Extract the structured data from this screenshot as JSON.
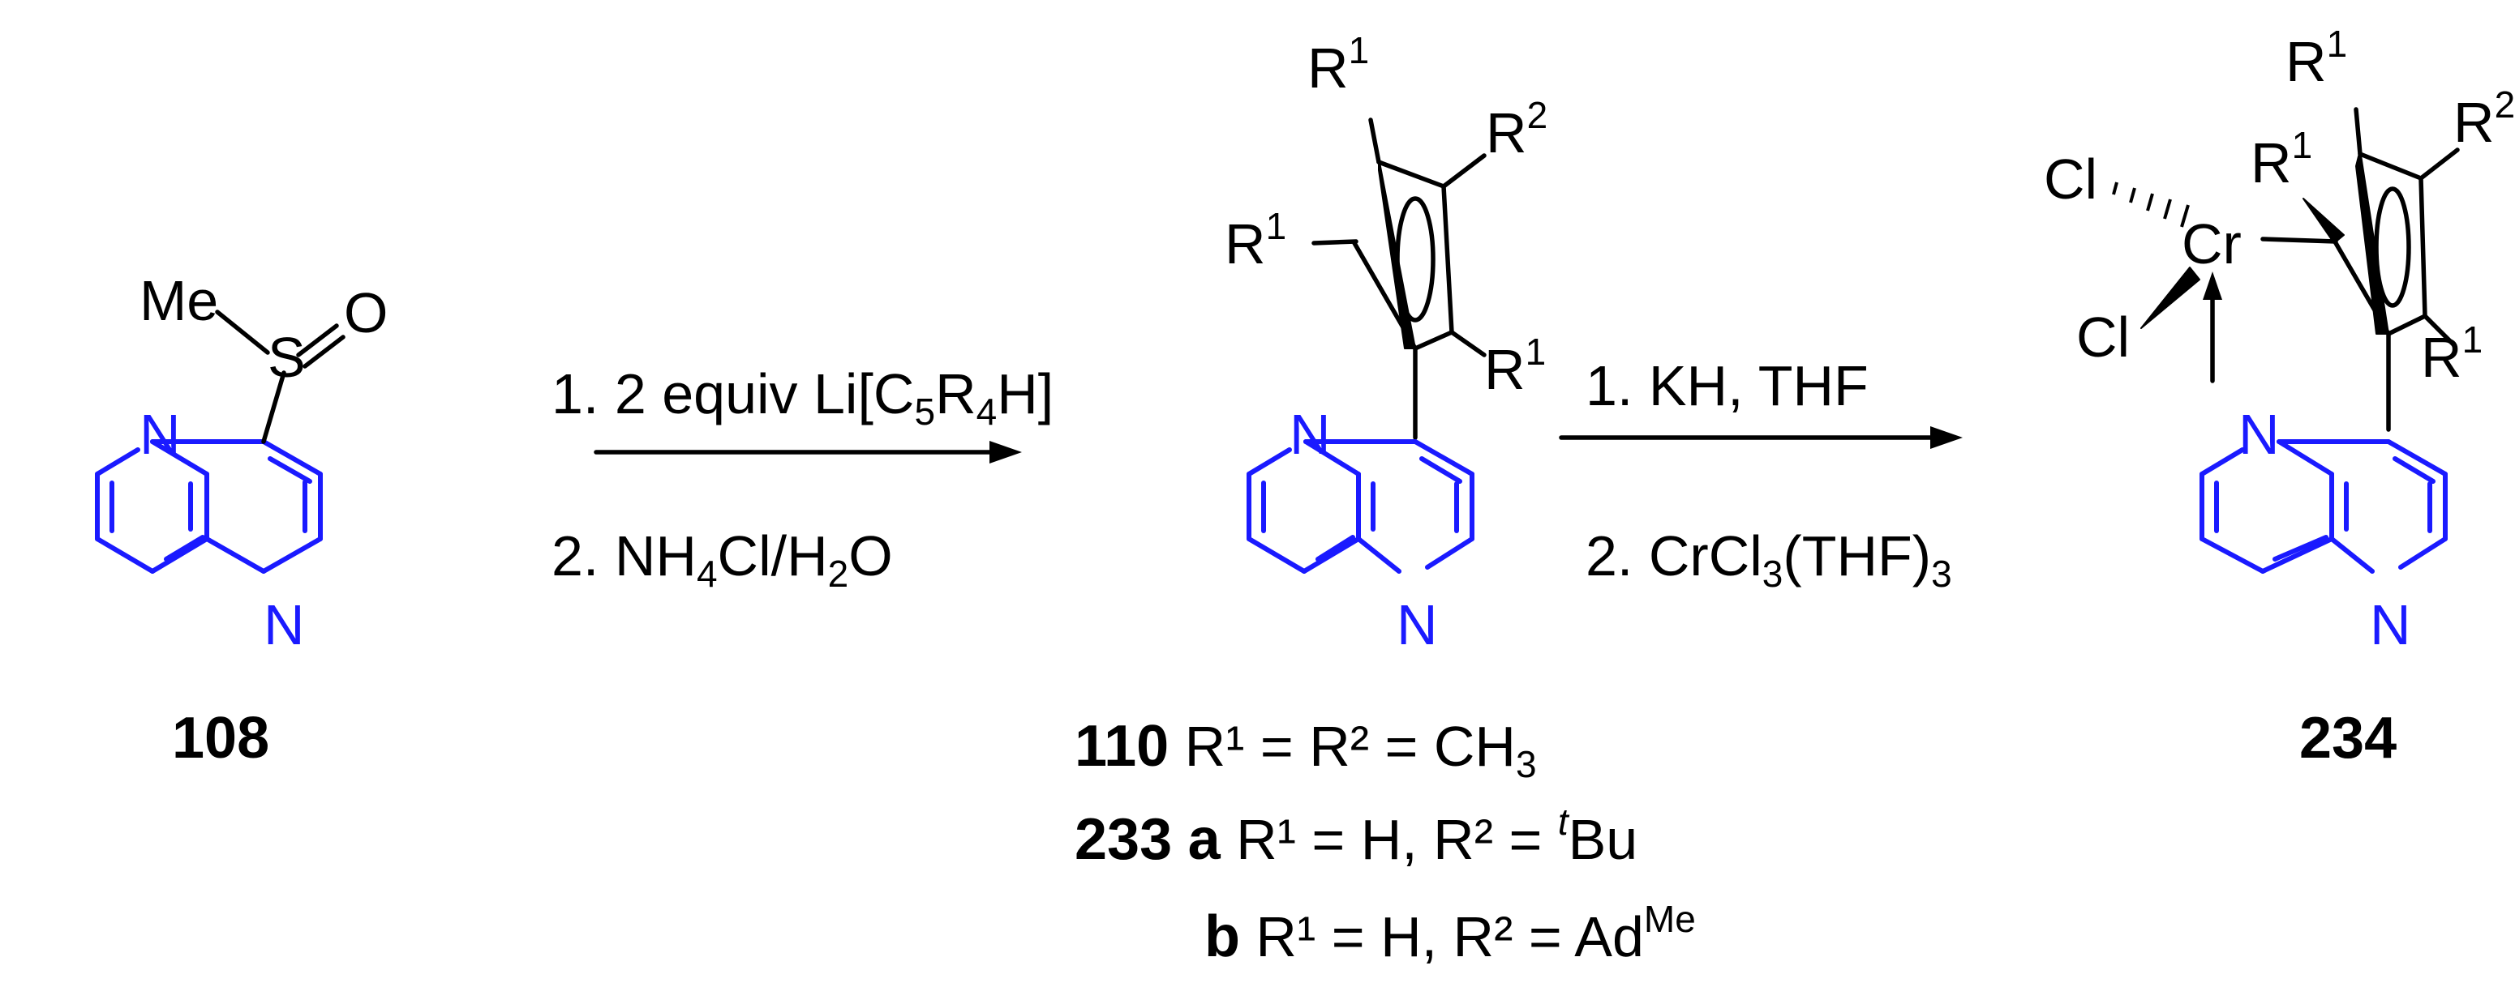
{
  "colors": {
    "heterocycle": "#1a1aff",
    "ink": "#000000",
    "background": "#ffffff"
  },
  "compound_108": {
    "number": "108",
    "me": "Me",
    "s": "S",
    "o": "O",
    "n_top": "N",
    "n_bottom": "N"
  },
  "arrow1": {
    "step1_prefix": "1. 2 equiv Li[C",
    "step1_sub": "5",
    "step1_mid": "R",
    "step1_sub2": "4",
    "step1_suffix": "H]",
    "step2_prefix": "2. NH",
    "step2_sub1": "4",
    "step2_mid": "Cl/H",
    "step2_sub2": "2",
    "step2_suffix": "O"
  },
  "compound_110": {
    "r": "R",
    "sup1": "1",
    "sup2": "2",
    "n_top": "N",
    "n_bottom": "N",
    "legend": {
      "line1_num": "110",
      "line1_text": " R¹ = R² = CH",
      "line1_sub": "3",
      "line2_num": "233",
      "line2_letter": "a",
      "line2_text": " R¹ = H, R² = ",
      "line2_sup": "t",
      "line2_tail": "Bu",
      "line3_letter": "b",
      "line3_text": " R¹ = H, R² = Ad",
      "line3_sup": "Me"
    }
  },
  "arrow2": {
    "step1": "1. KH, THF",
    "step2_prefix": "2. CrCl",
    "step2_sub1": "3",
    "step2_mid": "(THF)",
    "step2_sub2": "3"
  },
  "compound_234": {
    "number": "234",
    "cl_top": "Cl",
    "cl_bottom": "Cl",
    "cr": "Cr",
    "r": "R",
    "sup1": "1",
    "sup2": "2",
    "n_top": "N",
    "n_bottom": "N"
  }
}
